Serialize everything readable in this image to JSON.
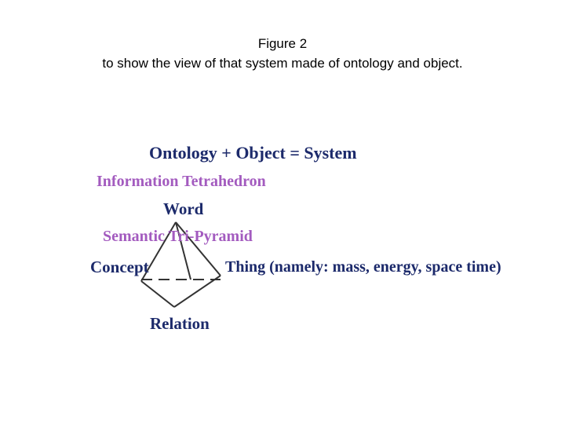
{
  "caption": {
    "line1": "Figure 2",
    "line2": "to show the view of that system made of ontology and object."
  },
  "diagram": {
    "equation": "Ontology + Object = System",
    "tetrahedron_label": "Information Tetrahedron",
    "apex_label": "Word",
    "pyramid_label": "Semantic Tri-Pyramid",
    "left_label": "Concept",
    "right_label": "Thing (namely: mass, energy, space time)",
    "bottom_label": "Relation"
  },
  "colors": {
    "navy": "#1c2a6b",
    "violet": "#a35bbf",
    "caption": "#000000"
  }
}
